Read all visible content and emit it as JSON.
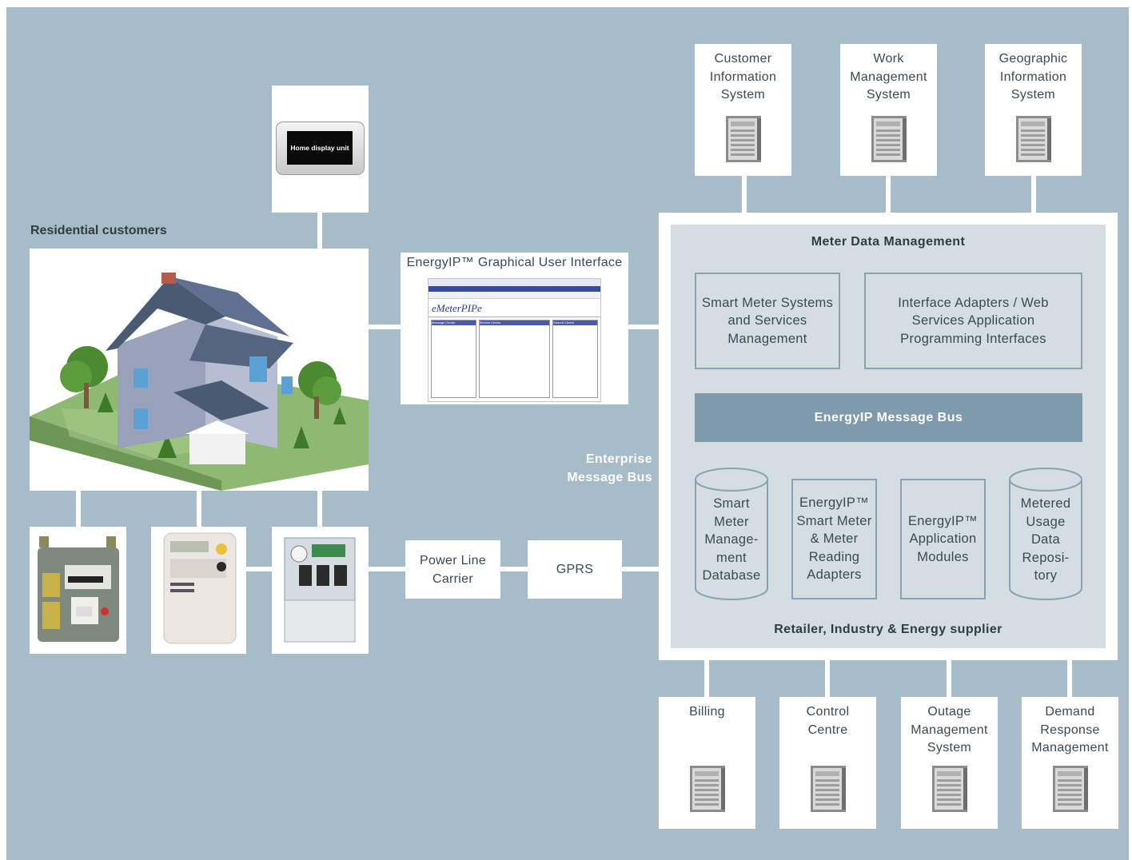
{
  "diagram": {
    "home_display_label": "Home display unit",
    "residential_label": "Residential customers",
    "gui_title": "EnergyIP™ Graphical User Interface",
    "gui_screenshot": {
      "logo": "eMeterPIPe",
      "panels": [
        "Message Centre",
        "Service Centre",
        "Search Centre"
      ]
    },
    "enterprise_bus_label": [
      "Enterprise",
      "Message Bus"
    ],
    "power_line_carrier": "Power Line Carrier",
    "gprs": "GPRS",
    "top_systems": [
      {
        "name": "Customer Information System",
        "icon": "server-icon"
      },
      {
        "name": "Work Management System",
        "icon": "server-icon"
      },
      {
        "name": "Geographic Information System",
        "icon": "server-icon"
      }
    ],
    "bottom_systems": [
      {
        "name": "Billing",
        "icon": "server-icon"
      },
      {
        "name": "Control Centre",
        "icon": "server-icon"
      },
      {
        "name": "Outage Management System",
        "icon": "server-icon"
      },
      {
        "name": "Demand Response Management",
        "icon": "server-icon"
      }
    ],
    "mdm": {
      "title": "Meter Data Management",
      "box_left": "Smart Meter Systems and Services Management",
      "box_right": "Interface Adapters / Web Services Application Programming Interfaces",
      "bus": "EnergyIP Message Bus",
      "db_left": "Smart Meter Manage- ment Database",
      "module_1": "EnergyIP™ Smart Meter & Meter Reading Adapters",
      "module_2": "EnergyIP™ Application Modules",
      "db_right": "Metered Usage Data Reposi- tory",
      "footer": "Retailer, Industry & Energy supplier"
    },
    "meters": [
      "gas-meter-image",
      "electricity-meter-image",
      "smart-meter-image"
    ],
    "colors": {
      "background": "#a6bcc8",
      "mdm_panel": "#d4dde2",
      "bus": "#7f9aab",
      "box_border": "#8ba2b0"
    }
  }
}
